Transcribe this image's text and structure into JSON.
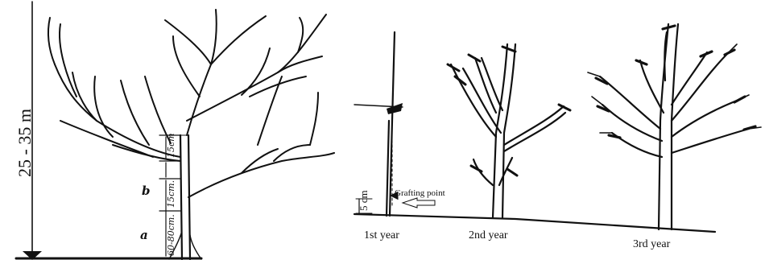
{
  "left_panel": {
    "height_label": "25 - 35 m",
    "seg_a_label": "a",
    "seg_b_label": "b",
    "dim_trunk": "60-80cm.",
    "dim_mid": "15cm.",
    "dim_top": "15cm"
  },
  "right_panel": {
    "height_5cm": "5 cm",
    "grafting_label": "Grafting point",
    "stage_labels": [
      "1st year",
      "2nd year",
      "3rd year"
    ]
  },
  "colors": {
    "ink": "#111111",
    "paper": "#ffffff"
  }
}
